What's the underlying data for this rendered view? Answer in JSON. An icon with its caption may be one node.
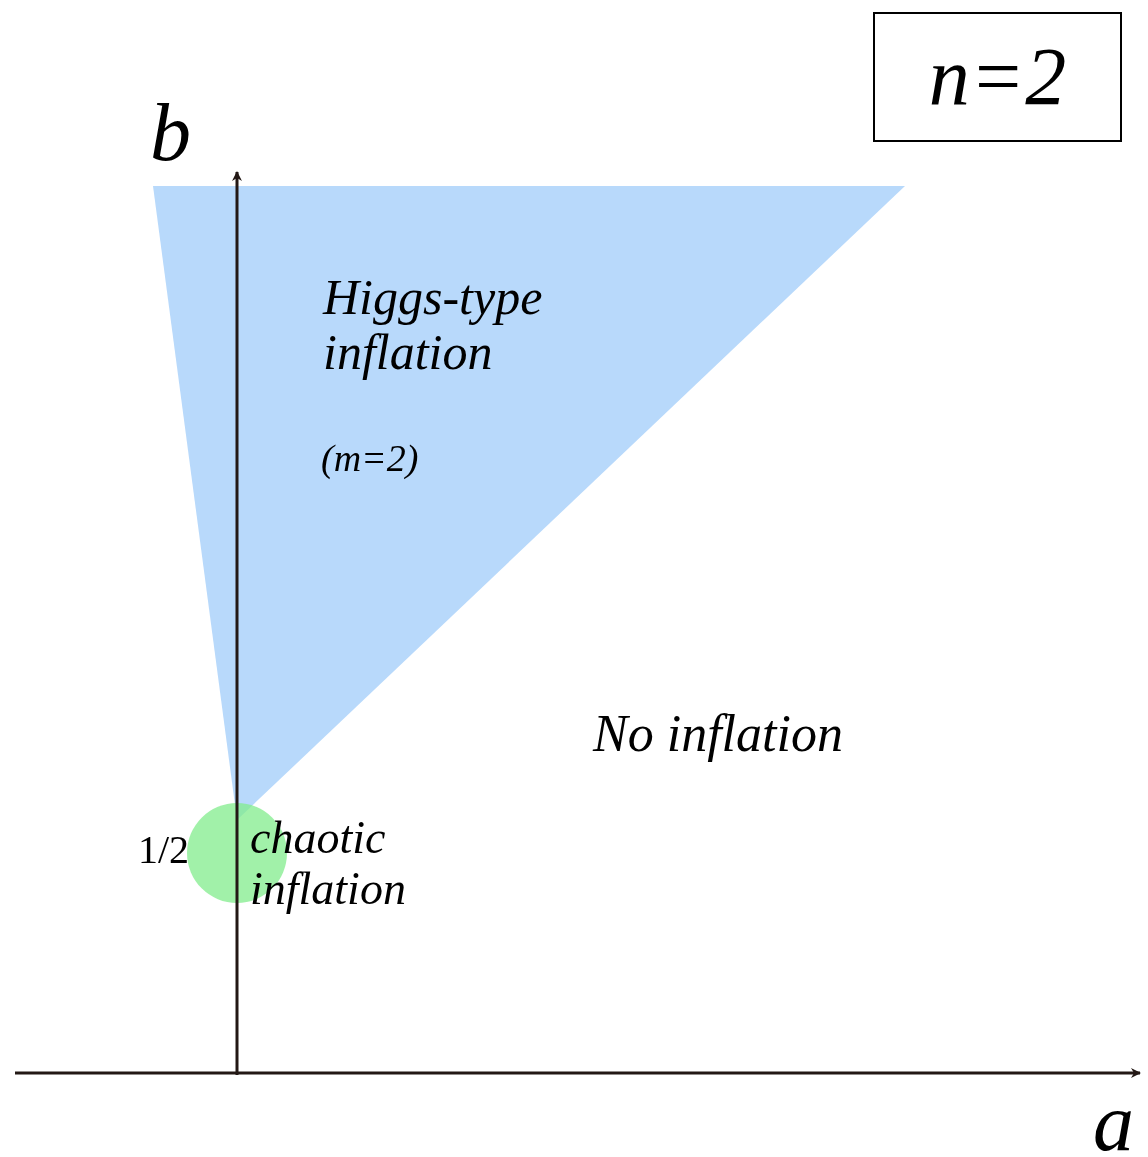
{
  "diagram": {
    "nodes": [
      {
        "text": [
          "n=2"
        ]
      },
      {
        "text": [
          "Higgs-type inflation",
          "(m=2)"
        ]
      },
      {
        "text": [],
        "shape": "circle",
        "beside": [
          "chaotic inflation"
        ]
      }
    ],
    "labels": [
      "b",
      "No inflation",
      "1/2",
      "a"
    ]
  }
}
